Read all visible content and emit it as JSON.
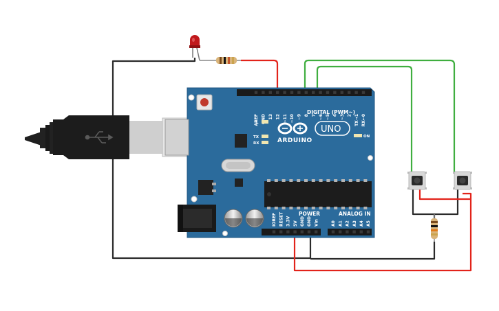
{
  "board": {
    "brand": "ARDUINO",
    "model": "UNO",
    "digital_header_label": "DIGITAL (PWM~)",
    "power_header_label": "POWER",
    "analog_header_label": "ANALOG IN",
    "on_label": "ON",
    "led_labels": {
      "l": "L",
      "tx": "TX",
      "rx": "RX"
    },
    "digital_pins": [
      "AREF",
      "GND",
      "13",
      "12",
      "~11",
      "~10",
      "~9",
      "8",
      "7",
      "~6",
      "~5",
      "4",
      "~3",
      "2",
      "TX→1",
      "RX←0"
    ],
    "power_pins": [
      "IOREF",
      "RESET",
      "3.3V",
      "5V",
      "GND",
      "GND",
      "Vin"
    ],
    "analog_pins": [
      "A0",
      "A1",
      "A2",
      "A3",
      "A4",
      "A5"
    ]
  },
  "colors": {
    "board": "#2b6b9c",
    "board_edge": "#1f5580",
    "wire_red": "#e2231a",
    "wire_black": "#2a2a2a",
    "wire_green": "#3fae3f",
    "led_red": "#c0181b",
    "header_black": "#1a1a1a"
  },
  "components": {
    "usb_cable": "usb-cable-icon",
    "led": "led-icon",
    "resistor": "resistor-icon",
    "pushbutton": "pushbutton-icon"
  }
}
